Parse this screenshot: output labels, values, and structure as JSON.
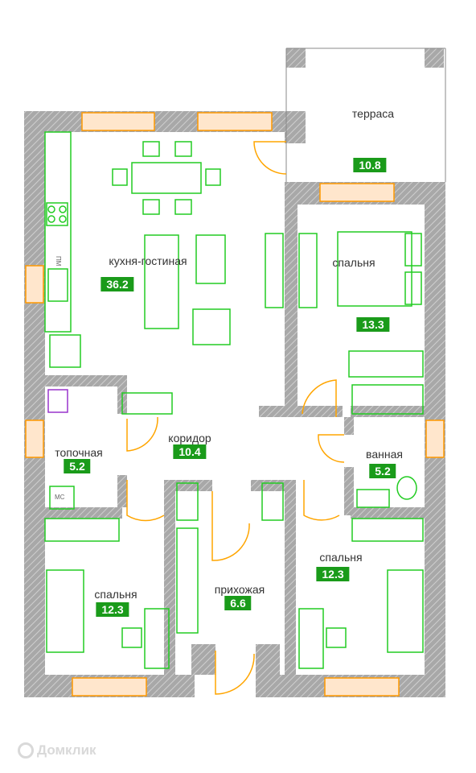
{
  "rooms": {
    "terrace": {
      "label": "терраса",
      "area": "10.8"
    },
    "kitchen_living": {
      "label": "кухня-гостиная",
      "area": "36.2"
    },
    "bedroom_ne": {
      "label": "спальня",
      "area": "13.3"
    },
    "boiler_room": {
      "label": "топочная",
      "area": "5.2"
    },
    "corridor": {
      "label": "коридор",
      "area": "10.4"
    },
    "bathroom": {
      "label": "ванная",
      "area": "5.2"
    },
    "bedroom_se": {
      "label": "спальня",
      "area": "12.3"
    },
    "bedroom_sw": {
      "label": "спальня",
      "area": "12.3"
    },
    "hallway": {
      "label": "прихожая",
      "area": "6.6"
    }
  },
  "fixtures": {
    "dishwasher_label": "ПМ",
    "washer_label": "МС"
  },
  "watermark": "Домклик",
  "colors": {
    "wall": "#a8a8a8",
    "furniture": "#22cc22",
    "window": "#ff9900",
    "door": "#ffa500",
    "badge": "#1a9b1a",
    "boiler": "#9933cc"
  }
}
